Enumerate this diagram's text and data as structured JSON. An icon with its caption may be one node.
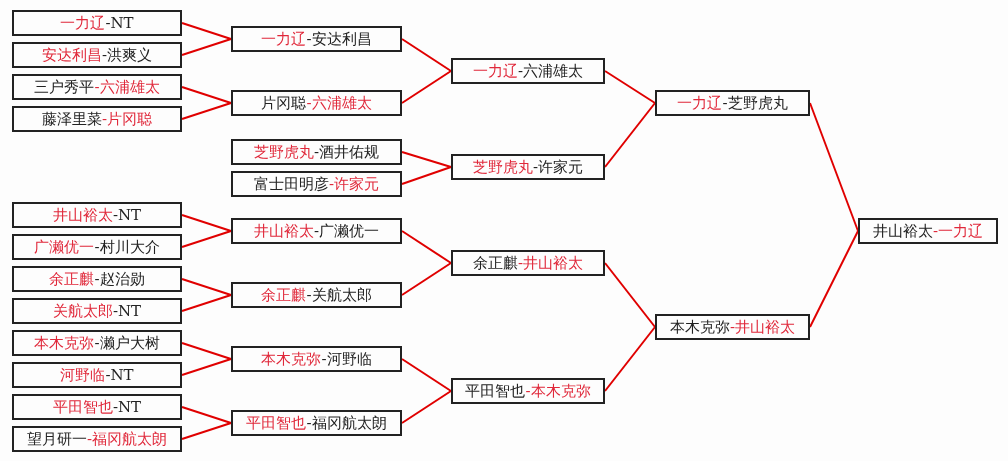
{
  "diagram": {
    "nodes": [
      {
        "text": [
          "一力辽",
          "-NT"
        ]
      },
      {
        "text": [
          "安达利昌",
          "-洪爽义"
        ]
      },
      {
        "text": [
          "三户秀平",
          "-六浦雄太"
        ]
      },
      {
        "text": [
          "藤泽里菜",
          "-片冈聪"
        ]
      },
      {
        "text": [
          "芝野虎丸",
          "-酒井佑规"
        ]
      },
      {
        "text": [
          "富士田明彦",
          "-许家元"
        ]
      },
      {
        "text": [
          "井山裕太",
          "-NT"
        ]
      },
      {
        "text": [
          "广濑优一",
          "-村川大介"
        ]
      },
      {
        "text": [
          "余正麒",
          "-赵治勋"
        ]
      },
      {
        "text": [
          "关航太郎",
          "-NT"
        ]
      },
      {
        "text": [
          "本木克弥",
          "-濑户大树"
        ]
      },
      {
        "text": [
          "河野临",
          "-NT"
        ]
      },
      {
        "text": [
          "平田智也",
          "-NT"
        ]
      },
      {
        "text": [
          "望月研一",
          "-福冈航太朗"
        ]
      },
      {
        "text": [
          "一力辽",
          "-安达利昌"
        ]
      },
      {
        "text": [
          "片冈聪",
          "-六浦雄太"
        ]
      },
      {
        "text": [
          "井山裕太",
          "-广濑优一"
        ]
      },
      {
        "text": [
          "余正麒",
          "-关航太郎"
        ]
      },
      {
        "text": [
          "本木克弥",
          "-河野临"
        ]
      },
      {
        "text": [
          "平田智也",
          "-福冈航太朗"
        ]
      },
      {
        "text": [
          "一力辽",
          "-六浦雄太"
        ]
      },
      {
        "text": [
          "芝野虎丸",
          "-许家元"
        ]
      },
      {
        "text": [
          "余正麒",
          "-井山裕太"
        ]
      },
      {
        "text": [
          "平田智也",
          "-本木克弥"
        ]
      },
      {
        "text": [
          "一力辽",
          "-芝野虎丸"
        ]
      },
      {
        "text": [
          "本木克弥",
          "-井山裕太"
        ]
      },
      {
        "text": [
          "井山裕太",
          "-一力辽"
        ]
      }
    ],
    "edges": [
      {
        "from": 0,
        "to": 14,
        "arrow": "none"
      },
      {
        "from": 1,
        "to": 14,
        "arrow": "none"
      },
      {
        "from": 2,
        "to": 15,
        "arrow": "none"
      },
      {
        "from": 3,
        "to": 15,
        "arrow": "none"
      },
      {
        "from": 14,
        "to": 20,
        "arrow": "none"
      },
      {
        "from": 15,
        "to": 20,
        "arrow": "none"
      },
      {
        "from": 4,
        "to": 21,
        "arrow": "none"
      },
      {
        "from": 5,
        "to": 21,
        "arrow": "none"
      },
      {
        "from": 20,
        "to": 24,
        "arrow": "none"
      },
      {
        "from": 21,
        "to": 24,
        "arrow": "none"
      },
      {
        "from": 6,
        "to": 16,
        "arrow": "none"
      },
      {
        "from": 7,
        "to": 16,
        "arrow": "none"
      },
      {
        "from": 8,
        "to": 17,
        "arrow": "none"
      },
      {
        "from": 9,
        "to": 17,
        "arrow": "none"
      },
      {
        "from": 16,
        "to": 22,
        "arrow": "none"
      },
      {
        "from": 17,
        "to": 22,
        "arrow": "none"
      },
      {
        "from": 10,
        "to": 18,
        "arrow": "none"
      },
      {
        "from": 11,
        "to": 18,
        "arrow": "none"
      },
      {
        "from": 12,
        "to": 19,
        "arrow": "none"
      },
      {
        "from": 13,
        "to": 19,
        "arrow": "none"
      },
      {
        "from": 18,
        "to": 23,
        "arrow": "none"
      },
      {
        "from": 19,
        "to": 23,
        "arrow": "none"
      },
      {
        "from": 22,
        "to": 25,
        "arrow": "none"
      },
      {
        "from": 23,
        "to": 25,
        "arrow": "none"
      },
      {
        "from": 24,
        "to": 26,
        "arrow": "none"
      },
      {
        "from": 25,
        "to": 26,
        "arrow": "none"
      }
    ]
  }
}
